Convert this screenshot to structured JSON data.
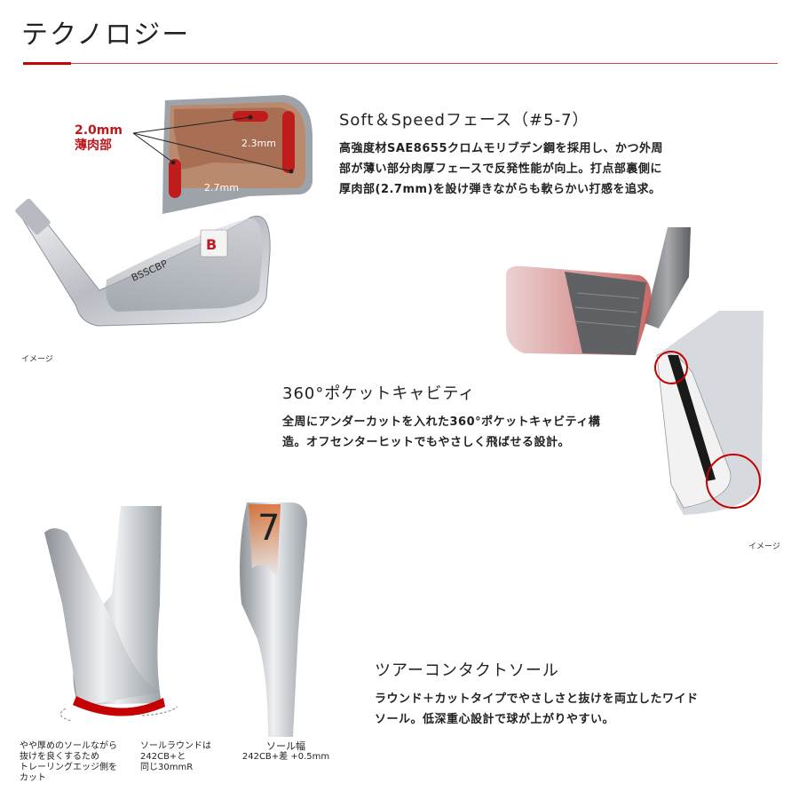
{
  "page": {
    "title": "テクノロジー"
  },
  "sections": [
    {
      "heading": "Soft＆Speedフェース（#5-7）",
      "body": [
        "高強度材SAE8655クロムモリブデン鋼を採用し、かつ外周",
        "部が薄い部分肉厚フェースで反発性能が向上。打点部裏側に",
        "厚肉部(2.7mm)を設け弾きながらも軟らかい打感を追求。"
      ]
    },
    {
      "heading": "360°ポケットキャビティ",
      "body": [
        "全周にアンダーカットを入れた360°ポケットキャビティ構",
        "造。オフセンターヒットでもやさしく飛ばせる設計。"
      ]
    },
    {
      "heading": "ツアーコンタクトソール",
      "body": [
        "ラウンド＋カットタイプでやさしさと抜けを両立したワイド",
        "ソール。低深重心設計で球が上がりやすい。"
      ]
    }
  ],
  "figure1": {
    "thin_label": [
      "2.0mm",
      "薄肉部"
    ],
    "label_23": "2.3mm",
    "label_27": "2.7mm",
    "club_text": "BSSCBP",
    "caption": "イメージ"
  },
  "figure2": {
    "caption": "イメージ"
  },
  "figure3": {
    "note1": [
      "やや厚めのソールながら",
      "抜けを良くするため",
      "トレーリングエッジ側を",
      "カット"
    ],
    "note2": [
      "ソールラウンドは",
      "242CB+と",
      "同じ30mmR"
    ],
    "note3": [
      "ソール幅",
      "242CB+差 +0.5mm"
    ],
    "club_number": "7"
  },
  "colors": {
    "accent": "#c00000",
    "thin_zone": "#c01c1c",
    "face_copper": "#b98a6e"
  }
}
